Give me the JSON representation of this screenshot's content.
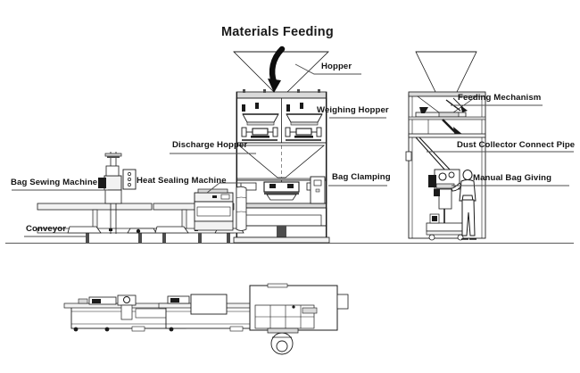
{
  "diagram": {
    "title": "Materials  Feeding",
    "type": "technical-line-drawing",
    "description": "Elevation and plan views of an automatic bagging and packing line",
    "colors": {
      "line": "#1a1a1a",
      "fill_light": "#f2f2f2",
      "fill_mid": "#d9d9d9",
      "fill_dark": "#4d4d4d",
      "background": "#ffffff"
    },
    "labels": [
      {
        "id": "hopper",
        "text": "Hopper"
      },
      {
        "id": "weighing-hopper",
        "text": "Weighing Hopper"
      },
      {
        "id": "discharge-hopper",
        "text": "Discharge Hopper"
      },
      {
        "id": "bag-clamping",
        "text": "Bag Clamping"
      },
      {
        "id": "bag-sewing",
        "text": "Bag Sewing Machine"
      },
      {
        "id": "heat-sealing",
        "text": "Heat Sealing Machine"
      },
      {
        "id": "conveyor",
        "text": "Conveyor"
      },
      {
        "id": "feeding-mechanism",
        "text": "Feeding Mechanism"
      },
      {
        "id": "dust-collector",
        "text": "Dust Collector Connect Pipe"
      },
      {
        "id": "manual-bag-giving",
        "text": "Manual Bag Giving"
      }
    ],
    "views": [
      {
        "id": "elevation",
        "name": "front elevation"
      },
      {
        "id": "plan",
        "name": "plan view of conveyor line"
      }
    ]
  }
}
